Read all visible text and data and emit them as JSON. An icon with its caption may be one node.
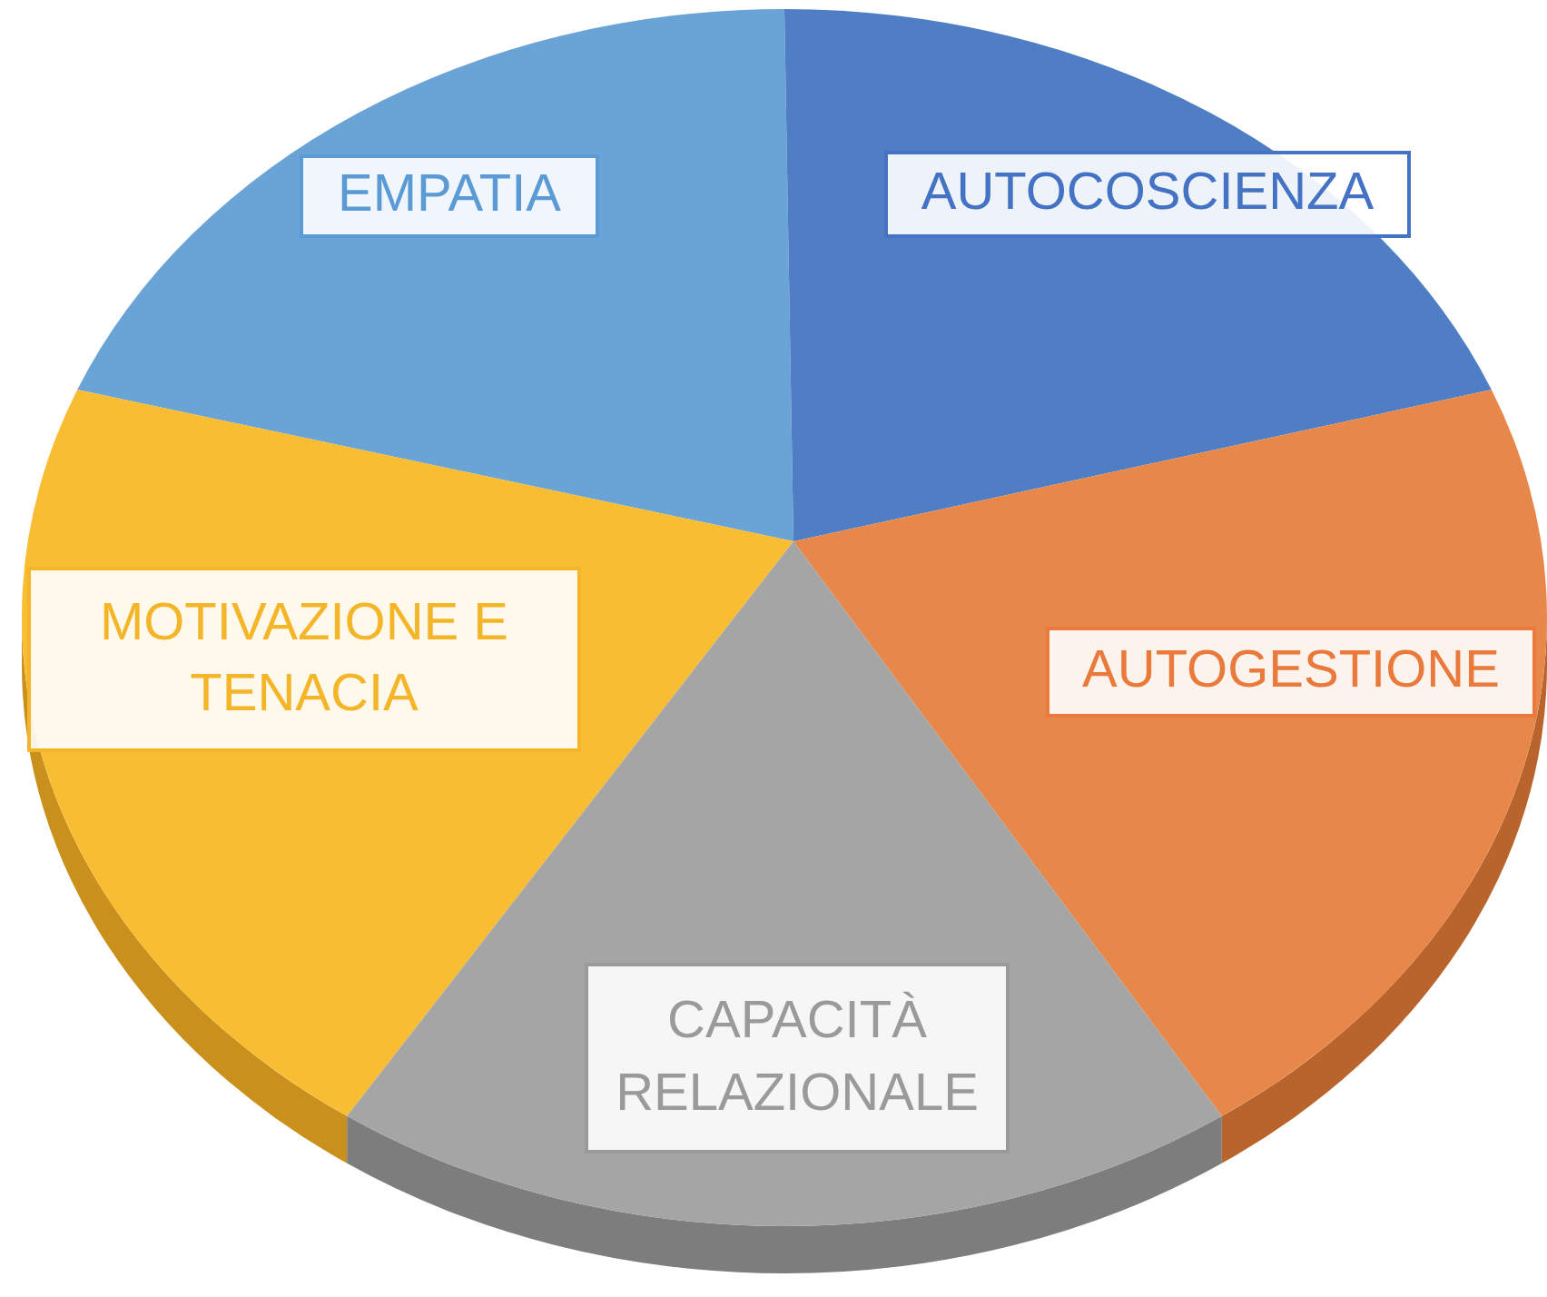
{
  "diagram": {
    "nodes": [
      {
        "text": [
          "EMPATIA"
        ]
      },
      {
        "text": [
          "AUTOCOSCIENZA"
        ]
      },
      {
        "text": [
          "MOTIVAZIONE E TENACIA"
        ]
      },
      {
        "text": [
          "AUTOGESTIONE"
        ]
      },
      {
        "text": [
          "CAPACITÀ RELAZIONALE"
        ]
      }
    ]
  }
}
